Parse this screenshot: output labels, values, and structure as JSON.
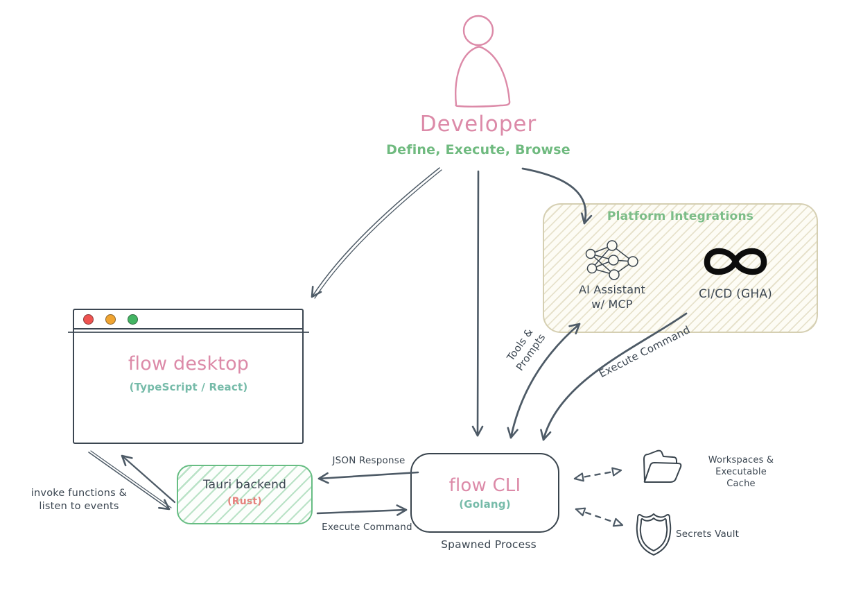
{
  "colors": {
    "pink": "#dc8aa8",
    "green_text": "#6fba7f",
    "teal": "#76bba9",
    "rust_red": "#e5817c",
    "ink": "#3b4651",
    "arrow_slate": "#4d5a66",
    "tan_border": "#d5cfb2",
    "tan_hatch": "#e7e2cc",
    "tauri_green_border": "#67bd83",
    "tauri_green_hatch": "#b9e2c6",
    "traffic_red": "#ef5350",
    "traffic_yellow": "#f0a431",
    "traffic_green": "#43b563",
    "infinity_black": "#0c0c0c"
  },
  "developer": {
    "name": "Developer",
    "actions": "Define, Execute, Browse",
    "icon": "person-outline"
  },
  "platform": {
    "title": "Platform Integrations",
    "ai_assistant": {
      "line1": "AI Assistant",
      "line2": "w/ MCP",
      "icon": "neural-network"
    },
    "cicd": {
      "label": "CI/CD (GHA)",
      "icon": "infinity"
    }
  },
  "flow_desktop": {
    "title": "flow desktop",
    "subtitle": "(TypeScript / React)",
    "window_buttons": [
      "close",
      "minimize",
      "zoom"
    ]
  },
  "tauri": {
    "title": "Tauri backend",
    "subtitle": "(Rust)"
  },
  "flow_cli": {
    "title": "flow CLI",
    "subtitle": "(Golang)",
    "caption": "Spawned Process"
  },
  "storage": {
    "workspaces": {
      "line1": "Workspaces & Executable",
      "line2": "Cache",
      "icon": "open-folder"
    },
    "secrets": {
      "label": "Secrets Vault",
      "icon": "shield"
    }
  },
  "edges": {
    "json_response": "JSON Response",
    "execute_command_desktop": "Execute Command",
    "invoke_line1": "invoke functions &",
    "invoke_line2": "listen to events",
    "tools_line1": "Tools &",
    "tools_line2": "Prompts",
    "execute_command_platform": "Execute Command"
  }
}
